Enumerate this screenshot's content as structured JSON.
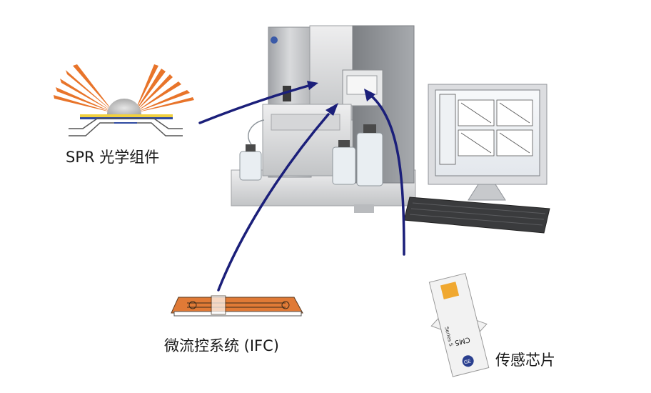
{
  "labels": {
    "spr_optics": "SPR 光学组件",
    "microfluidics": "微流控系统 (IFC)",
    "sensor_chip": "传感芯片"
  },
  "chip_text": {
    "series": "Series S",
    "type": "CM5",
    "brand": "GE"
  },
  "colors": {
    "arrow": "#1b1f7a",
    "laser_orange": "#e8742a",
    "ifc_orange": "#e07a36",
    "instrument_gray": "#c9cacc"
  }
}
